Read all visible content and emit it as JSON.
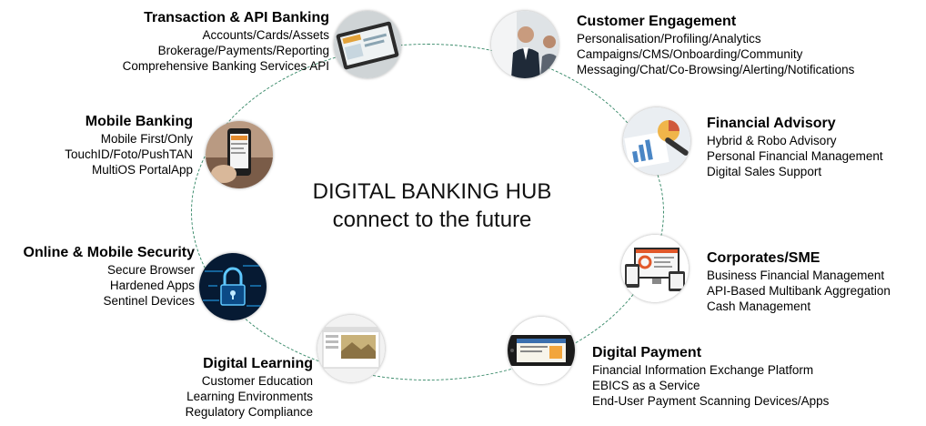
{
  "hub": {
    "line1": "DIGITAL BANKING HUB",
    "line2": "connect to the future"
  },
  "transaction": {
    "title": "Transaction & API Banking",
    "items": [
      "Accounts/Cards/Assets",
      "Brokerage/Payments/Reporting",
      "Comprehensive Banking Services API"
    ],
    "icon": "tablet-dashboard-icon"
  },
  "mobile": {
    "title": "Mobile Banking",
    "items": [
      "Mobile First/Only",
      "TouchID/Foto/PushTAN",
      "MultiOS PortalApp"
    ],
    "icon": "smartphone-app-icon"
  },
  "security": {
    "title": "Online & Mobile Security",
    "items": [
      "Secure Browser",
      "Hardened Apps",
      "Sentinel Devices"
    ],
    "icon": "digital-lock-icon"
  },
  "learning": {
    "title": "Digital Learning",
    "items": [
      "Customer Education",
      "Learning Environments",
      "Regulatory Compliance"
    ],
    "icon": "learning-screen-icon"
  },
  "engagement": {
    "title": "Customer Engagement",
    "items": [
      "Personalisation/Profiling/Analytics",
      "Campaigns/CMS/Onboarding/Community",
      "Messaging/Chat/Co-Browsing/Alerting/Notifications"
    ],
    "icon": "business-meeting-icon"
  },
  "advisory": {
    "title": "Financial Advisory",
    "items": [
      "Hybrid & Robo Advisory",
      "Personal Financial Management",
      "Digital Sales Support"
    ],
    "icon": "charts-analysis-icon"
  },
  "corporates": {
    "title": "Corporates/SME",
    "items": [
      "Business Financial Management",
      "API-Based Multibank Aggregation",
      "Cash Management"
    ],
    "icon": "multi-device-dashboard-icon"
  },
  "payment": {
    "title": "Digital Payment",
    "items": [
      "Financial Information Exchange Platform",
      "EBICS as a Service",
      "End-User Payment Scanning Devices/Apps"
    ],
    "icon": "payment-terminal-icon"
  },
  "colors": {
    "ring": "#3c8c6c",
    "text": "#000000",
    "background": "#ffffff"
  }
}
